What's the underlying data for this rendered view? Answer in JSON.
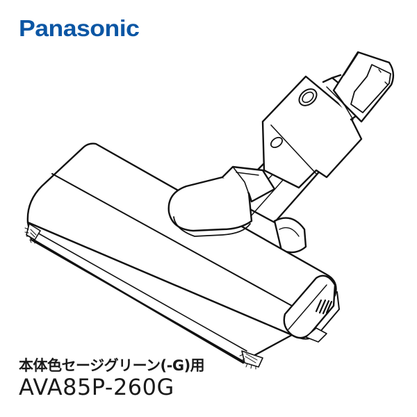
{
  "brand": {
    "name": "Panasonic",
    "color": "#0b56a4"
  },
  "product": {
    "image_icon": "vacuum-floor-nozzle-line-drawing",
    "color_note": "本体色セージグリーン(-G)用",
    "model_number": "AVA85P-260G"
  }
}
